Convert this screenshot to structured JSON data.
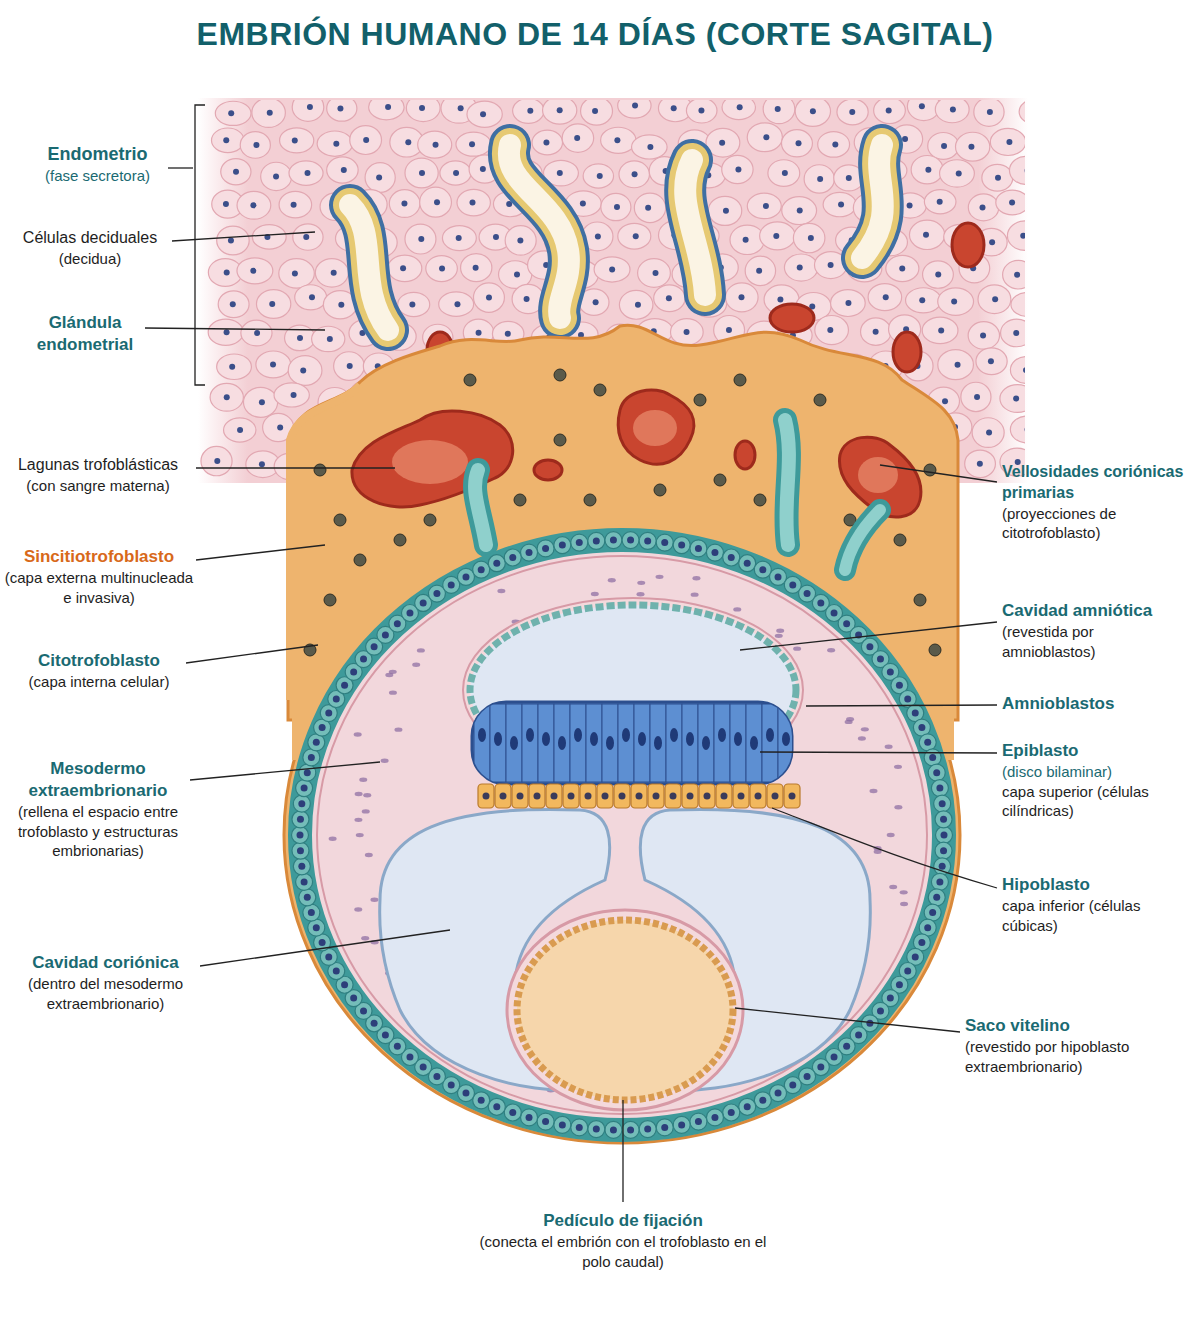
{
  "diagram": {
    "title": "EMBRIÓN HUMANO DE 14 DÍAS (CORTE SAGITAL)",
    "labels": [
      "Endometrio",
      "(fase secretora)",
      "Células deciduales",
      "(decidua)",
      "Glándula endometrial",
      "Lagunas trofoblásticas",
      "(con sangre materna)",
      "Sincitiotrofoblasto",
      "(capa externa multinucleada e invasiva)",
      "Citotrofoblasto",
      "(capa interna celular)",
      "Mesodermo extraembrionario",
      "(rellena el espacio entre trofoblasto y estructuras embrionarias)",
      "Cavidad coriónica",
      "(dentro del mesodermo extraembrionario)",
      "Vellosidades coriónicas primarias",
      "(proyecciones de citotrofoblasto)",
      "Cavidad amniótica",
      "(revestida por amnioblastos)",
      "Amnioblastos",
      "Epiblasto",
      "(disco bilaminar)",
      "capa superior (células cilíndricas)",
      "Hipoblasto",
      "capa inferior (células cúbicas)",
      "Saco vitelino",
      "(revestido por hipoblasto extraembrionario)",
      "Pedículo de fijación",
      "(conecta el embrión con el trofoblasto en el polo caudal)"
    ]
  }
}
